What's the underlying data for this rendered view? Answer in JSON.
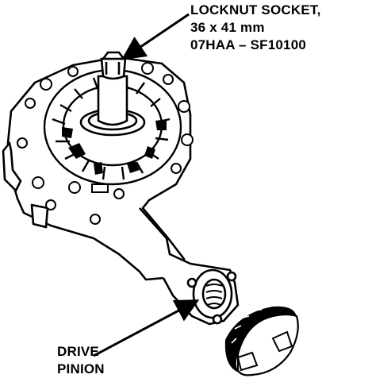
{
  "callouts": {
    "locknut_socket": {
      "lines": [
        "LOCKNUT SOCKET,",
        "36 x 41 mm",
        "07HAA – SF10100"
      ]
    },
    "drive_pinion": {
      "lines": [
        "DRIVE",
        "PINION"
      ]
    }
  },
  "colors": {
    "ink": "#000000",
    "paper": "#ffffff"
  }
}
